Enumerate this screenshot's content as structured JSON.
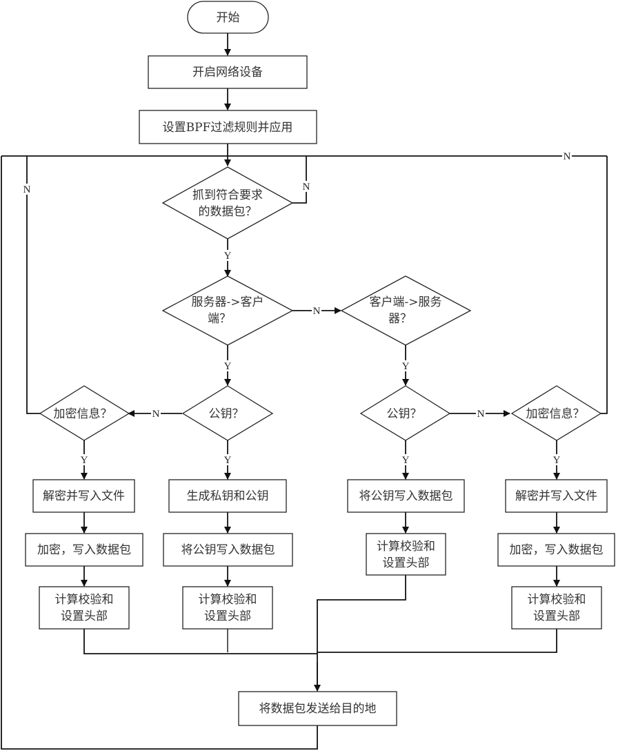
{
  "flowchart": {
    "nodes": {
      "start": {
        "type": "terminal",
        "lines": [
          "开始"
        ]
      },
      "open_device": {
        "type": "process",
        "lines": [
          "开启网络设备"
        ]
      },
      "set_bpf": {
        "type": "process",
        "lines": [
          "设置BPF过滤规则并应用"
        ]
      },
      "capture": {
        "type": "decision",
        "lines": [
          "抓到符合要求",
          "的数据包？"
        ]
      },
      "srv_to_cli": {
        "type": "decision",
        "lines": [
          "服务器->客户",
          "端？"
        ]
      },
      "cli_to_srv": {
        "type": "decision",
        "lines": [
          "客户端->服务",
          "器？"
        ]
      },
      "pubkey_left": {
        "type": "decision",
        "lines": [
          "公钥？"
        ]
      },
      "pubkey_right": {
        "type": "decision",
        "lines": [
          "公钥？"
        ]
      },
      "encinfo_left": {
        "type": "decision",
        "lines": [
          "加密信息？"
        ]
      },
      "encinfo_right": {
        "type": "decision",
        "lines": [
          "加密信息？"
        ]
      },
      "decrypt_left": {
        "type": "process",
        "lines": [
          "解密并写入文件"
        ]
      },
      "genkeys": {
        "type": "process",
        "lines": [
          "生成私钥和公钥"
        ]
      },
      "write_pubkey_right": {
        "type": "process",
        "lines": [
          "将公钥写入数据包"
        ]
      },
      "decrypt_right": {
        "type": "process",
        "lines": [
          "解密并写入文件"
        ]
      },
      "encrypt_left": {
        "type": "process",
        "lines": [
          "加密，写入数据包"
        ]
      },
      "write_pubkey_left": {
        "type": "process",
        "lines": [
          "将公钥写入数据包"
        ]
      },
      "checksum_right_mid": {
        "type": "process",
        "lines": [
          "计算校验和",
          "设置头部"
        ]
      },
      "encrypt_right": {
        "type": "process",
        "lines": [
          "加密，写入数据包"
        ]
      },
      "checksum_1": {
        "type": "process",
        "lines": [
          "计算校验和",
          "设置头部"
        ]
      },
      "checksum_2": {
        "type": "process",
        "lines": [
          "计算校验和",
          "设置头部"
        ]
      },
      "checksum_4": {
        "type": "process",
        "lines": [
          "计算校验和",
          "设置头部"
        ]
      },
      "send": {
        "type": "process",
        "lines": [
          "将数据包发送给目的地"
        ]
      }
    },
    "edge_labels": {
      "capture_no": "N",
      "capture_yes": "Y",
      "srv_no": "N",
      "srv_yes": "Y",
      "cli_yes": "Y",
      "pubkey_left_no": "N",
      "pubkey_left_yes": "Y",
      "pubkey_right_no": "N",
      "pubkey_right_yes": "Y",
      "encinfo_left_no": "N",
      "encinfo_left_yes": "Y",
      "encinfo_right_no": "N",
      "encinfo_right_yes": "Y"
    }
  }
}
